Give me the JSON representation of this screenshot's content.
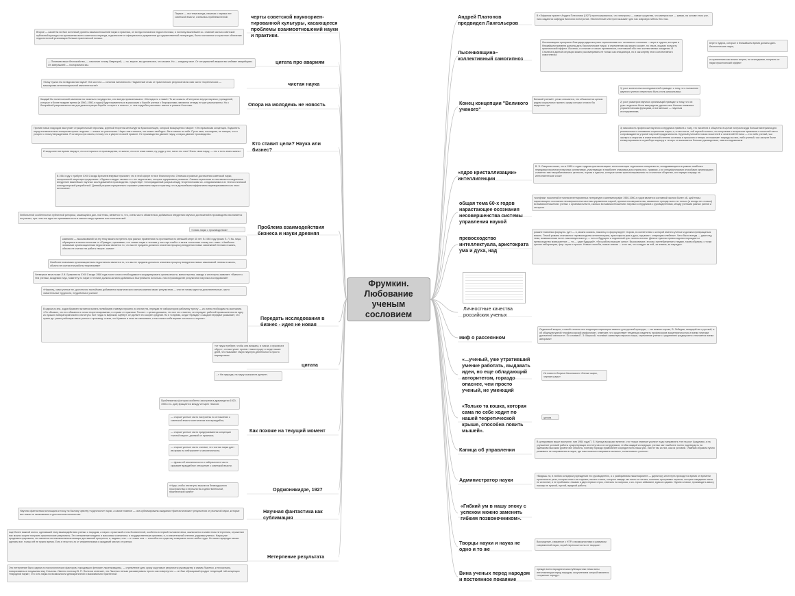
{
  "center": {
    "title": "Фрумкин. Любование ученым сословием"
  },
  "left": [
    {
      "title": "черты советской наукоориен- тированной культуры, касающееся проблемы взаимоотношений науки и практики.",
      "notes": [
        "Первое — эта тема всегда, начиная с первых лет советской власти, считалась проблематичной.",
        "Второе — какой бы ни был истинный уровень взаимоотношений науки и практики, он всегда полагался недостаточным, и поэтому важнейшей со- ставной частью советской публичной культуры на протяжении всего советского периода, в диапазоне от официальных документов до художественной литературы, было постоянное и страстное обличение недостаточной реализации больше практической пользы."
      ]
    },
    {
      "title": "цитата про авариям",
      "notes": [
        "— Понимаю ваше беспокойство, — наклонил голову Лаврецкий, — но- верьте, мы делаем все, что можем. Но — каждому свое. От сегодняшней аварии вас избавят аварийщики. От завтрашней — постараемся мы."
      ]
    },
    {
      "title": "чистая наука",
      "notes": [
        "«Кому нужна эта псевдочистая наука? Эта чистота — синоним никчемности. Надменный отказ от практических результатов во имя чисто теоретических — маскировка интеллектуальной импотентности!»"
      ]
    },
    {
      "title": "Опора на молодежь не новость",
      "notes": [
        "Каждый бы политический кампании на начинало государство, оно всегда провозглашало: «Молодость с нами!» То же сказать об интригах внутри научных учреждений, которые в более поздние время (в 1960–1980-х годах) будут применяться в рассказах о борьбе ученых с бюрократами, являются отнюдь не уже рассмотрены. Но с бескрайней рациональностью для демонстрации борьбы «старого и нового», о- чем подробно рассказы- вается в романе Кочетова."
      ]
    },
    {
      "title": "Кто ставит цели? Наука или бизнес?",
      "notes": [
        "Против новых подходов выступает отрицательный персонаж, крупный теоретик металлургии Красносельцев, который возмущенно говорит: «Это вражеская концепция. Подчинить науку исключительно интересам произ- водства — значит ее уничтожить. Наука там и велика, что может свободно- быть самою по себе. Пусть мою, последняя, не говорит, что я устарел с этим утверждением. Я останусь при своем, потому что я уверен в своей правоте. Не производство двигает науку, а наука двигает производство.",
        "И когда мне все время твердят, что я отгорался от производства, от жизни, что я не знаю жизни, ну ухудь у нее, мене это злит! Знать свою науку, — это и есть знать жизнь»."
      ]
    },
    {
      "title": "Проблема взаимодействия бизнеса и науки древняя",
      "notes": [
        "В 1964 году о трибуне XXIII Съезда Брежнев впервые признает, что в этой сфере не все благополучно. Отмечая огромные достижения советской науки, генеральный секретарь продолжает: «Однако следует сказать и о тех недостатках, которые сдерживают развитие. Самым серьезным из них является медленное внедрение важнейших научных исследований в производство. Существует «неоправданный разрыв между теоретическими ис- следованиями и их технологической конструкторской разработкой. Данный разрыв отрицательно отражает развитием науки и практику, что в дальнейшем эффективно переворачиваются из этого источника».",
        "Любопытной особенностью публичной риторики, касающейся дан- ной темы, является то, что, очень часто обязательно добиваться внедрения научных достижений в производство возлагается на ученых, при- чем эти идеи не принимаются ни в каком театру времени или политической.",
        "«Связь науки с производством»",
        "кампания — высказываний на эту тему можно встретить при разных правлениях на протяжении по меньшей мере 40 лет. В 1940 году физик П. Л. Ка- пица, обращаясь в своем коллегам со «Правда», призывают, что «связь науки и техники у нас еще слабо» и затем «посылает голову лет- ним»: «Наиболее значимым организационным недостатком является то, что мы не придаем должного значения процессу внедрения новых завоеваний техники в жизнь, обычно не считая эти работы творче- скими»",
        "Наиболее значимым организационным недостатком является то, что мы не придаем должного значения процессу внедрения новых завоеваний техники в жизнь, обычно не считая эти работы творческими»",
        "Четвертые века позже Л.И. Брежнев на XXIII Съезде 1966 года после слов о необходимости координировать органы власти, министерства, заводы и институты заявляет: «Вместе с тем ученым, Академии наук, Комитету по науке и технике должны активно добиваться быстрейшего использо- ния в производстве результатов научных исследований»",
        "«Наконец, сами ученые не- достаточно настойчиво добиваются практического использования своих результатов — они не готовы идти на дополнительные, часто значительные трудности, неудобства и усилия»"
      ]
    },
    {
      "title": "Передать исследования в бизнес - идея не новая",
      "notes": [
        "В одном из эпи- зодов Кравчен пытается вытать нелюбимую главную героиню из института, передав ее лабораторию рабочему тресту — из очень необходим на окончании. «Он объявил, что его обязанно в голом теоретизировании, в отрыве от практики. Так вот: с целью доказать, что все это отменно, он передает рабочей промышленности одну из лучших лабораторий своего института. Вот тогда-то Бирюков, Шуберт. Он делает это скорее средний. Но в то время, когда «Правда» о каждой передаче указывает, что нужно де- ржать рейсовую связь ученых с производ- ством, что Кравчен в этом не смешивает, и так снизил себя вправе остаться в стороне»."
      ]
    },
    {
      "title": "цитата",
      "notes": [
        "«от науки требуют, чтобы она визжала, и лаяла, и прыгала в обруч», он выступает против «таких нужд» и нигде наших дней, что называют такую научную деятельность просто варварством.",
        "...» Не природа, на науку скачков не делает»."
      ]
    },
    {
      "title": "Как похоже на текущий момент",
      "notes": [
        "Проблематика (которая особенно заострена в драматургии 1920-1950-х го- дов) вращается между четырех тезисов:",
        "— старые ученые часто настроены по отношению к советской власти скептически или враждебно;",
        "— старые ученые часто придерживаются концепции «чистой науки», далекой от практики;",
        "— старые ученые часто считают, что чистая наука дает им право на нейтралитет и аполитичность;",
        "— фразы об аполитичности и нейтралитете часто скрывает враждебное отношение к советской власти."
      ]
    },
    {
      "title": "Орджоникидзе, 1927",
      "notes": [
        "«Надо, чтобы институты вышли из безвоздушного пространства и перешли бы в действительной, практической жизни»"
      ]
    },
    {
      "title": "Научная фантастика как сублимация",
      "notes": [
        "Научная фантастика воплощала и тоску по былому чувству «чудесности» науки, а самое главное — она сублимировала ожидания «фантастических» результатов от реальной науки, которые все никак не оказывались в достаточном количестве."
      ]
    },
    {
      "title": "Нетерпение результата",
      "notes": [
        "еще более важной могло, сделавший тему взаимодействия ученых с народом, а науки с практикой столь болезненной, особенно в первой половине века, заключается в известном нетерпении, отражении нас можно скорее получить практические результаты. Это нетерпение владело и массовым сознанием, и государственным органами, и, в значительной степени, рядовым ученых. Наука уже продемонстрировала, что является источником впечатляющих достижений прогресса, и, видимо, она — и только она — способна по существу совершить почти любое чудо. Но сама «природа» может сделать все, только ей не нужно время. Есть в этом что-то от инфантилизма и ожиданий многих от ученых.",
        "Это нетерпение было одним из психологических факторов, породивших феномен лысенковщины, — стремление дать сразу ощутимые результаты руководству и самим Лысенко, к несчастьям, поворачиваться тогдашним ему Сталины. Именно поэтому В. П. Филатов отмечает, что Лысенко нельзя рассматривать просто как повернутого — он был образцовый продукт тенденций той концепции «народной науки», что хоть наука по возможности демократичной и максимально практичной."
      ]
    }
  ],
  "right": [
    {
      "title": "Андрей Платонов предвидел Лангольеров Кинга",
      "notes": [
        "В «Эфирном тракте» Андрея Платонова (1927) прогнозировалось, что электроны — живые существа, что материя все — живая, на основе этого уче- ния создаются кафедра биологии электронов. Увеличенный электрон вызывает для нас ковровую гибель без глаз."
      ]
    },
    {
      "title": "Лысенковщина–коллективный самогипноз",
      "notes": [
        "Лысенковщина прекрасно благодаря двум могучим стремлениям кол- лективного сознания — вере в чудеса, которые в ближайшем времени должны дать биологические науки, и стремлению как можно скорее, но стала- ющими получить практический эффект. Лысенко, в отличие от своих противников, сочетавший оба этих коллективных ожидания. И Сталина в данной ситуации можно рассматривать не только как инициатора, но и как жертву этого коллективного самогипноза.",
        "вере в чудеса, которые в ближайшем время должны дать биологические науки,",
        "и стремлению как можно скорее, не откладывая, получить от науки практический эффект"
      ]
    },
    {
      "title": "Конец концепции \"Великого ученого\"",
      "notes": [
        "Великий ученый», резко снижается, что объясняется целым рядом социальных причин, среди которых стоило бы выделить три:",
        "1) рост количества исследователей приводит к тому, что положение крупного ученого перестало быть столь уникальным;",
        "2) рост размеров научных организаций приводит к тому, что их руко- водители были вынуждены уделять все больше внимания управленческим функциям, и все меньше — научным исследованиям;",
        "3) массовость профессии научного сотрудника привела к тому, что писатели и общество в целом получили куда больше материала для реалистичного понимания социологии науки, и, в частности, той горькой истины, что получение с возрастом признания и почестей часто сопровождается утратой научной продуктивности. Крупный ученый в глазах писателей и читателей XX века — это либо ученый, чьи заслуги и открытия в значительной степени остались в прошлом и теперь он пожинает награды за них, либо ученый, чьи заслуги были конвертированы в служебную карьеру и теперь он занимается больше руководством, чем исследованием."
      ]
    },
    {
      "title": "«ядро кристаллизации» интеллигенции",
      "notes": [
        "В. Э. Смирнов пишет, что в 1960-е годах «ядром кристаллизации» интеллигенции «сделались специалисты, складывающиеся в рамках наиболее передовых проектов в научных коллективах, участвующих в наиболее значимых для страны про- граммах, с их специфическими способами организации», и именно там «вырабатывались ценности, нормы и идеалы, которые затем транспонировались на столичное общество, а в первую очередь на интеллигентские слои»"
      ]
    },
    {
      "title": "общая тема 60-х годов нарастающее осознания несовершенства системы управления наукой",
      "notes": [
        "«конфликт поколений в «мэнэсэнэтнтировнных литературе и кинематографе 1950-1960-х годов является составной частью более об- щей темы: нарастающего осознания несовершенства системы управления наукой, причем несовершенства, связанного прежде всего не только (а иногда не столько) во взаимоотношениях ученых с органами власти, сколько во взаимоотношениях научных сотрудников с руководителями, между учеными разных рангов и статусов."
      ]
    },
    {
      "title": "превосходство интеллектуала, аристократа ума и духа, над властвующим плебеем",
      "notes": [
        "романе Савченко формули- рует — и, можно сказать, наконец-то формулирует теорию, в соответствии с которой именно ученые и должна превращаться власть. Темой романа становится «превосходство интеллектуала, аристократа ума и духа, над власт- ствующим плебеем». Чего было всегда — даже над теми, возвышенным на не- мыслимую высоту, — есть и будущего и подлинный хра- нитель истины. Данное чувство превосходство порождает и превосходство возвышенное — «я — один будущий», «без работы высшие силы». Высокомерие, эгоизм, пренебрежение к людям, таким образом, с точки зрения лаборатории, фор- мулы и прочих. Новые способы, новые знания — и не так, что следует за ней, за знания, за награды»."
      ]
    },
    {
      "title": "Личностные качества российских ученых",
      "notes": []
    },
    {
      "title": "миф о рассеянном профессоре",
      "notes": [
        "Отдельный вопрос, в какой степени эта тенденция характерна именно для русской культуры, — во всяком случае, В. Лебедев, пишущий не о русской, а об общекультурной «профессорской мифологии», отмечает, что существует тенденция наделять профессоров эксцентричностью и всеми чертами дутичечной личности». По словам Е. Э. Мирской, «constant заимствуя научного мира, стремление ученого к уединению традиционно отличается всеми авторами»"
      ]
    },
    {
      "title": "«...ученый, уже утративший умение работать, выдавать идеи, но еще обладающий авторитетом, гораздо опаснее, чем просто ученый, не умеющий работать».",
      "notes": [
        "Из повести Бориса Никольского «Белые шары, черные шары»"
      ]
    },
    {
      "title": "«Только та кошка, которая сама по себе ходит по нашей теоретической крыше, способна ловить мышей».",
      "notes": [
        "цитата"
      ]
    },
    {
      "title": "Капица об управлении наукой",
      "notes": [
        "В цитируемом выше выступле- нии 1964 года П. Л. Капица высказал мнение, что «наши главные усилия» надо направлять «не на рост Академии, а на улучшение условий работы существующих институтов и их сотрудников, чтобы каждый из ведущих ученых мог наиболее полно подтвердить на одинаково высоком уровне все объекты, поэтому гораздо правильнее сосредоточить наши уси- лия не так из них, как из условий. Главным образом нужно развивать не направления в науке, где нам посильно направить сильных, талантливого ученого»"
      ]
    },
    {
      "title": "Администратор науки",
      "notes": [
        "«Видишь ли, в любом солидном учреждении его руководителю, а о разбираемом нами варианте — директору института приходится время от времени произносить речи, которые никто не слушает, писать статьи, которые заведо- мо никто не читает, сочинять программы отрасли, которые ожидаемо никто не исполнит, и не пробовать глазами и двух первых строк, отвечать на запросы, о ко- торых забывают, едва их сдавив. Одним словом, производить массу никому не нужной, пустой, вредной работы."
      ]
    },
    {
      "title": "«Гибкий ум в нашу эпоху с успехом можно заменить гибким позвоночником».",
      "notes": []
    },
    {
      "title": "Творцы науки и наука не одно и то же",
      "notes": [
        "Восхищение, связанное с НТР, с возможностями и размахом современной науки, порой переносится на ее творцов»"
      ]
    },
    {
      "title": "Вина ученых перед народом и постоянное покаяние",
      "notes": [
        "прежде всего народническая публицистики темы вины интеллигенции перед народом, искуплением которой является «служение народу»."
      ]
    }
  ]
}
